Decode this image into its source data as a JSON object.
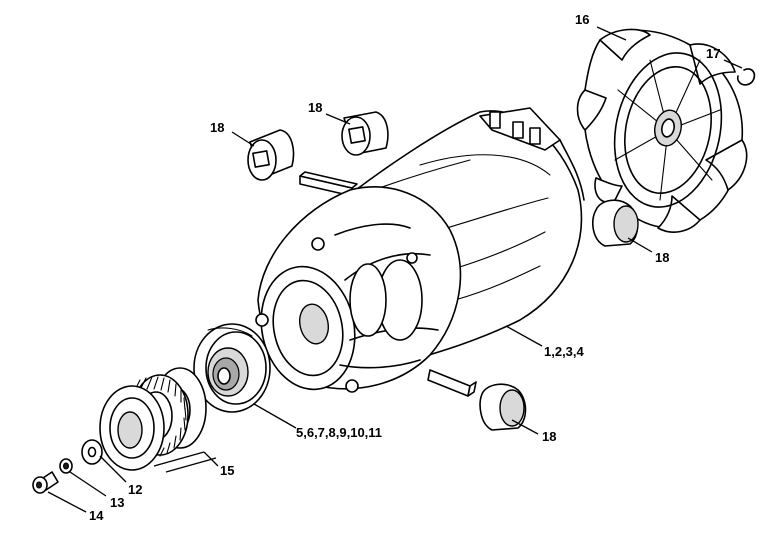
{
  "callouts": {
    "c16": "16",
    "c17": "17",
    "c18_left": "18",
    "c18_mid": "18",
    "c18_right": "18",
    "c18_bottom": "18",
    "c1234": "1,2,3,4",
    "c5_11": "5,6,7,8,9,10,11",
    "c15": "15",
    "c12": "12",
    "c13": "13",
    "c14": "14"
  }
}
